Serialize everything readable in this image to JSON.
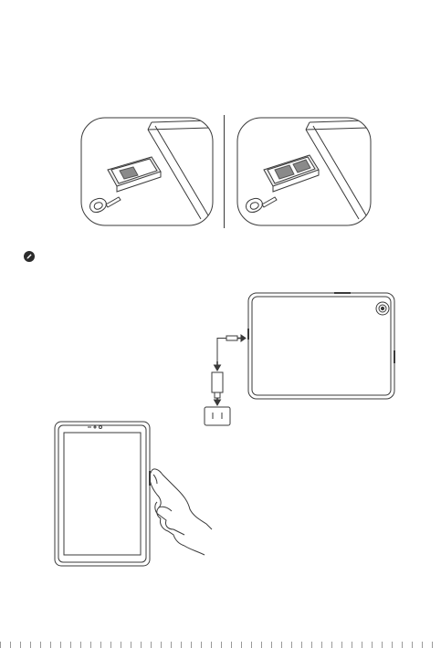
{
  "figures": {
    "sim_tray_single": "nano-sim-tray-with-memory-card",
    "sim_tray_dual": "dual-nano-sim-tray",
    "charging": "tablet-charging-with-adapter",
    "power_on": "press-and-hold-side-button"
  },
  "icons": {
    "note": "pencil-note-icon",
    "power_plug": "power-plug-icon"
  },
  "colors": {
    "line": "#3a3a3a",
    "card_fill": "#8a8a8a",
    "tray_fill": "#d9d9d9",
    "bezel_fill": "#f4f4f4"
  }
}
